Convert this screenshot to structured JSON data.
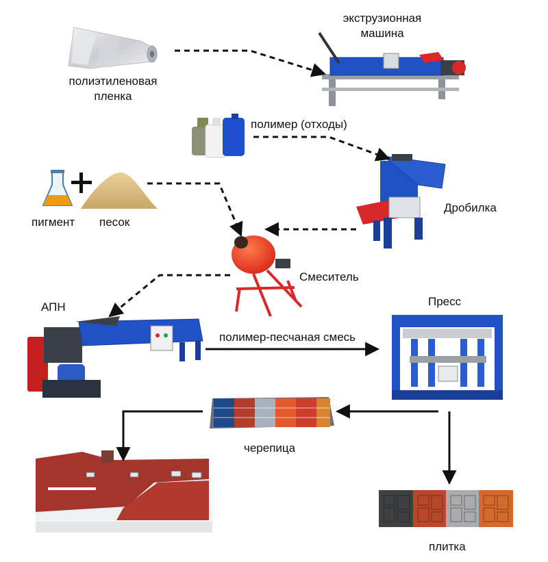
{
  "labels": {
    "film": [
      "полиэтиленовая",
      "пленка"
    ],
    "extruder": [
      "экструзионная",
      "машина"
    ],
    "polymer_waste": "полимер (отходы)",
    "crusher": "Дробилка",
    "pigment": "пигмент",
    "sand": "песок",
    "mixer": "Смеситель",
    "apn": "АПН",
    "press": "Пресс",
    "mixture": "полимер-песчаная смесь",
    "tile_roof": "черепица",
    "tile_paving": "плитка"
  },
  "colors": {
    "machine_blue": "#1f52c4",
    "machine_dark": "#1a3f96",
    "motor_red": "#d8282a",
    "mixer_orange": "#ef3a1f",
    "sand": "#d9b97d",
    "roof_red": "#a3352c",
    "frame_grey": "#8e9399",
    "arrow": "#111111"
  },
  "icons": [
    "plastic-film-roll-icon",
    "extrusion-machine-icon",
    "canisters-icon",
    "crusher-machine-icon",
    "pigment-flask-icon",
    "plus-icon",
    "sand-pile-icon",
    "concrete-mixer-icon",
    "apn-machine-icon",
    "press-machine-icon",
    "roof-tiles-icon",
    "house-roof-icon",
    "paving-tiles-icon"
  ]
}
